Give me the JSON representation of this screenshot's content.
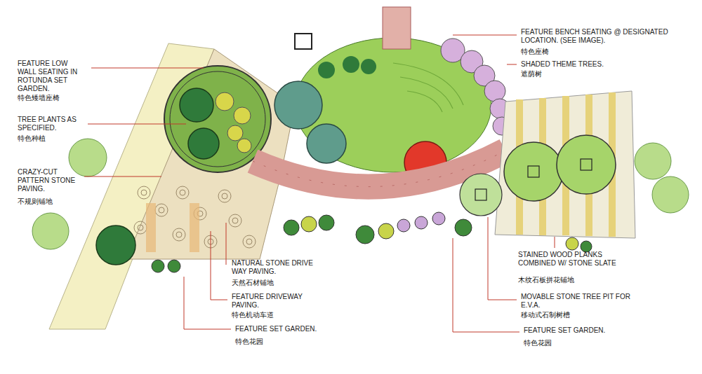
{
  "diagram": {
    "labels": [
      "FEATURE LOW WALL SEATING IN ROTUNDA SET GARDEN.",
      "特色矮墙座椅",
      "TREE PLANTS AS SPECIFIED.",
      "特色种植",
      "CRAZY-CUT PATTERN STONE PAVING.",
      "不规则铺地",
      "NATURAL STONE DRIVE WAY PAVING.",
      "天然石材铺地",
      "FEATURE DRIVEWAY PAVING.",
      "特色机动车道",
      "FEATURE SET GARDEN.",
      "特色花园",
      "FEATURE BENCH SEATING @ DESIGNATED LOCATION. (SEE IMAGE).",
      "特色座椅",
      "SHADED THEME TREES.",
      "遮荫树",
      "STAINED WOOD PLANKS COMBINED W/ STONE SLATE",
      "木纹石板拼花铺地",
      "MOVABLE STONE TREE PIT FOR E.V.A.",
      "移动式石制树槽",
      "FEATURE SET GARDEN.",
      "特色花园"
    ]
  }
}
